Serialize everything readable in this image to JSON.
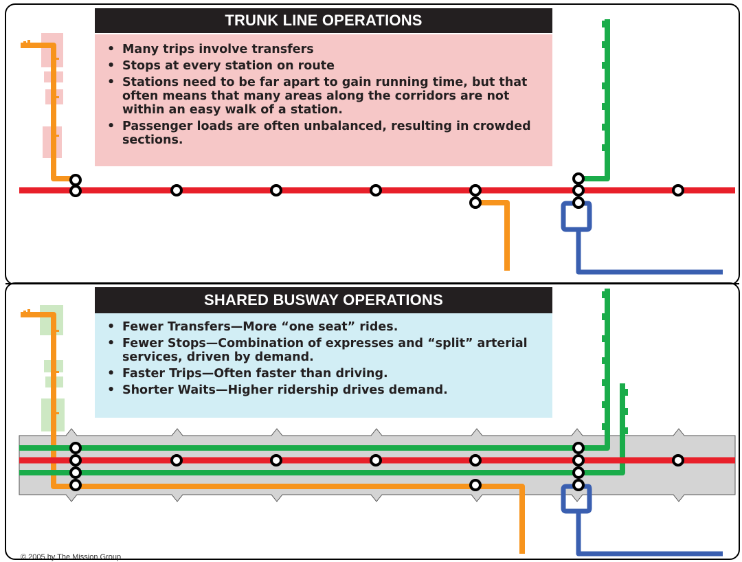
{
  "top_panel": {
    "title": "TRUNK LINE OPERATIONS",
    "bullets": [
      "Many trips involve transfers",
      "Stops at every station on route",
      "Stations need to be far apart to gain running time, but that often means that many areas along the corridors are not within an easy walk of a station.",
      "Passenger loads are often unbalanced, resulting in crowded sections."
    ]
  },
  "bottom_panel": {
    "title": "SHARED BUSWAY OPERATIONS",
    "bullets": [
      "Fewer Transfers—More “one seat” rides.",
      "Fewer Stops—Combination of expresses and “split” arterial services, driven by demand.",
      "Faster Trips—Often faster than driving.",
      "Shorter Waits—Higher ridership drives demand."
    ]
  },
  "copyright": "© 2005 by The Mission Group",
  "colors": {
    "red_line": "#e8202a",
    "green_line": "#1aac4a",
    "orange_line": "#f7941d",
    "blue_line": "#3a5fb0",
    "trunk_box": "#f6c7c7",
    "busway_box": "#d2eef5",
    "busway_band": "#d4d4d4",
    "title_bg": "#231f20"
  }
}
